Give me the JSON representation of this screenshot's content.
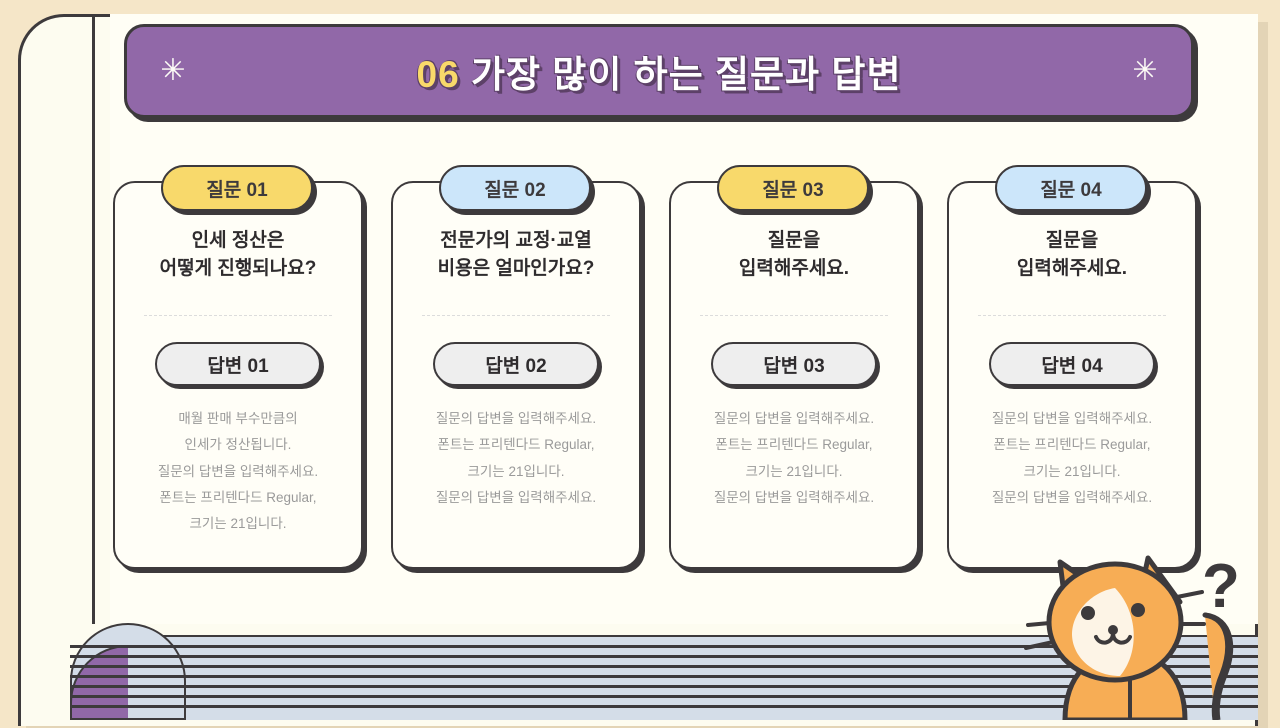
{
  "banner": {
    "number": "06",
    "title": "가장 많이 하는 질문과 답변",
    "left_star": "✳",
    "right_star": "✳",
    "bg_color": "#9168a8",
    "number_color": "#f9d96a"
  },
  "colors": {
    "background": "#f5e6c8",
    "paper": "#fdfcf0",
    "ink": "#3d3a3c",
    "yellow_badge": "#f8d96b",
    "blue_badge": "#cce6fa",
    "answer_pill": "#eeeeee",
    "stripe": "#d4dde8",
    "cat_body": "#f5a950",
    "cat_muzzle": "#fdf3e3"
  },
  "cards": [
    {
      "badge_label": "질문 01",
      "badge_color": "yellow",
      "question": "인세 정산은\n어떻게 진행되나요?",
      "answer_label": "답변 01",
      "answer_body": "매월 판매 부수만큼의\n인세가 정산됩니다.\n질문의 답변을 입력해주세요.\n폰트는 프리텐다드 Regular,\n크기는 21입니다."
    },
    {
      "badge_label": "질문 02",
      "badge_color": "blue",
      "question": "전문가의 교정·교열\n비용은 얼마인가요?",
      "answer_label": "답변 02",
      "answer_body": "질문의 답변을 입력해주세요.\n폰트는 프리텐다드 Regular,\n크기는 21입니다.\n질문의 답변을 입력해주세요."
    },
    {
      "badge_label": "질문 03",
      "badge_color": "yellow",
      "question": "질문을\n입력해주세요.",
      "answer_label": "답변 03",
      "answer_body": "질문의 답변을 입력해주세요.\n폰트는 프리텐다드 Regular,\n크기는 21입니다.\n질문의 답변을 입력해주세요."
    },
    {
      "badge_label": "질문 04",
      "badge_color": "blue",
      "question": "질문을\n입력해주세요.",
      "answer_label": "답변 04",
      "answer_body": "질문의 답변을 입력해주세요.\n폰트는 프리텐다드 Regular,\n크기는 21입니다.\n질문의 답변을 입력해주세요."
    }
  ],
  "decoration": {
    "question_mark": "?",
    "cat_name": "cat-mascot"
  }
}
